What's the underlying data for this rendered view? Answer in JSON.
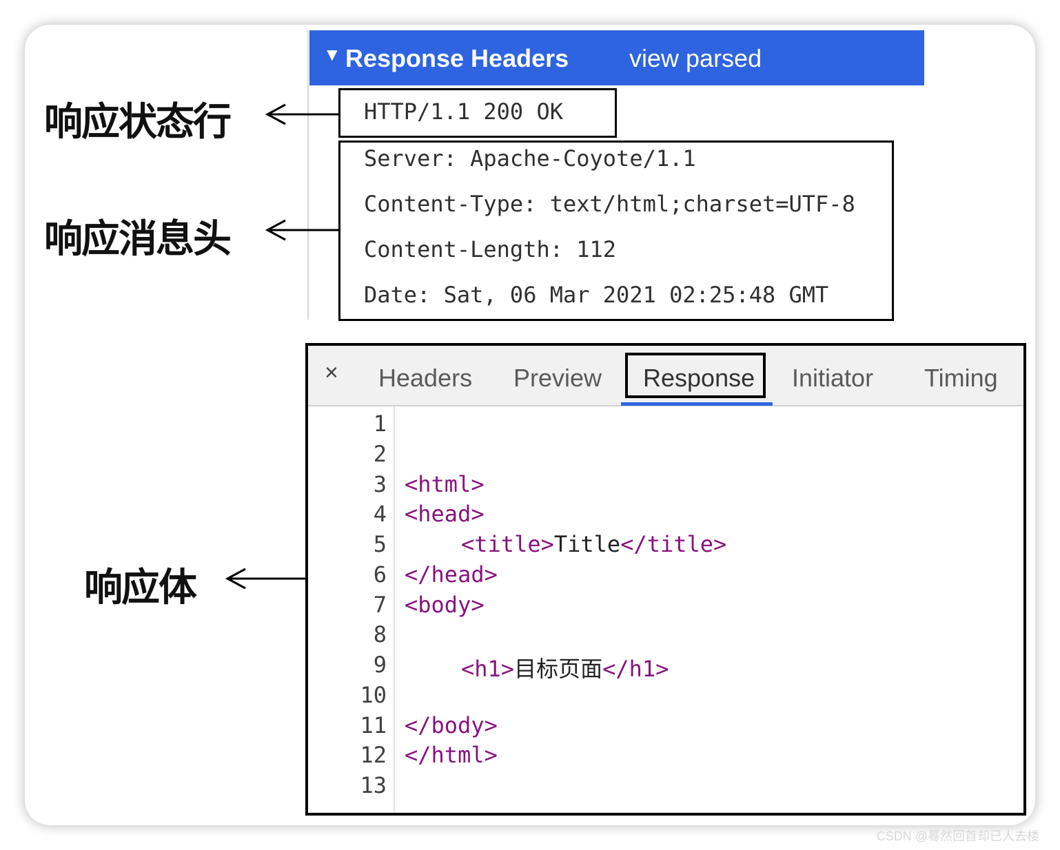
{
  "response_headers": {
    "caret": "▼",
    "title": "Response Headers",
    "view_link": "view parsed",
    "status_line": "HTTP/1.1 200 OK",
    "headers": [
      "Server: Apache-Coyote/1.1",
      "Content-Type: text/html;charset=UTF-8",
      "Content-Length: 112",
      "Date: Sat, 06 Mar 2021 02:25:48 GMT"
    ]
  },
  "annotations": {
    "status_line_label": "响应状态行",
    "headers_label": "响应消息头",
    "body_label": "响应体"
  },
  "panel": {
    "close": "×",
    "tabs": [
      "Headers",
      "Preview",
      "Response",
      "Initiator",
      "Timing"
    ],
    "active_tab": "Response",
    "line_numbers": [
      "1",
      "2",
      "3",
      "4",
      "5",
      "6",
      "7",
      "8",
      "9",
      "10",
      "11",
      "12",
      "13"
    ],
    "code": {
      "l3": "<html>",
      "l4": "<head>",
      "l5_open": "<title>",
      "l5_text": "Title",
      "l5_close": "</title>",
      "l6": "</head>",
      "l7": "<body>",
      "l9_open": "<h1>",
      "l9_text": "目标页面",
      "l9_close": "</h1>",
      "l11": "</body>",
      "l12": "</html>"
    }
  },
  "watermark": "CSDN @蓦然回首却已人去楼",
  "colors": {
    "header_bar": "#2e64e0",
    "tag": "#881280",
    "active_underline": "#2e64e0"
  }
}
